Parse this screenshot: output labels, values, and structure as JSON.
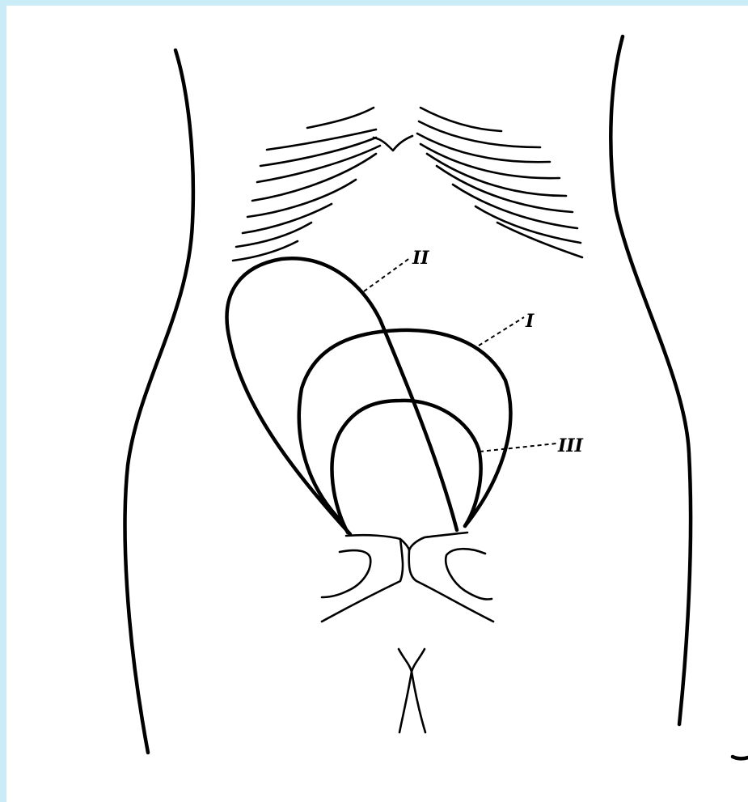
{
  "labels": {
    "curve_1": "I",
    "curve_2": "II",
    "curve_3": "III"
  },
  "colors": {
    "background": "#c9ecf7",
    "panel": "#ffffff",
    "ink": "#000000"
  }
}
